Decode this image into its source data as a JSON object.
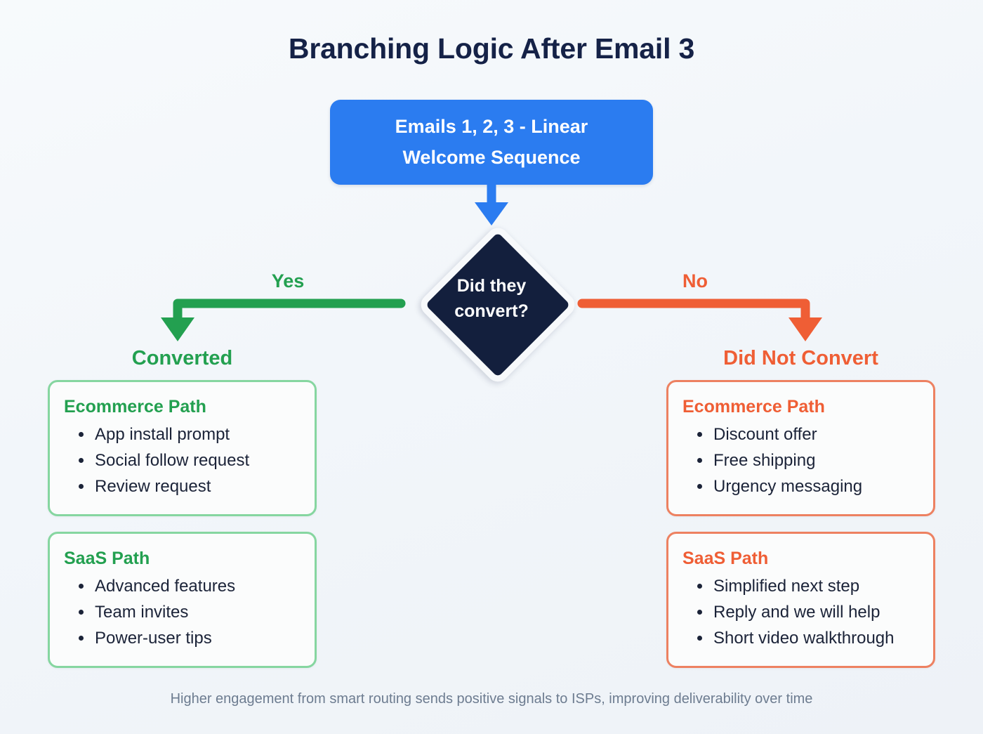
{
  "title": "Branching Logic After Email 3",
  "colors": {
    "background_top": "#f7fafc",
    "background_bottom": "#eef2f7",
    "title_text": "#152247",
    "root_box": "#2b7cf0",
    "decision_fill": "#131f3d",
    "yes_branch": "#23a050",
    "no_branch": "#ef5e35",
    "card_green_border": "#86d6a0",
    "card_orange_border": "#ed8161",
    "card_background": "#fbfcfc",
    "body_text": "#1b2338",
    "footer_text": "#6d7c90"
  },
  "root_node": {
    "line1": "Emails 1, 2, 3 - Linear",
    "line2": "Welcome Sequence"
  },
  "decision_node": {
    "line1": "Did they",
    "line2": "convert?"
  },
  "branches": {
    "yes": {
      "edge_label": "Yes",
      "heading": "Converted",
      "cards": [
        {
          "title": "Ecommerce Path",
          "items": [
            "App install prompt",
            "Social follow request",
            "Review request"
          ]
        },
        {
          "title": "SaaS Path",
          "items": [
            "Advanced features",
            "Team invites",
            "Power-user tips"
          ]
        }
      ]
    },
    "no": {
      "edge_label": "No",
      "heading": "Did Not Convert",
      "cards": [
        {
          "title": "Ecommerce Path",
          "items": [
            "Discount offer",
            "Free shipping",
            "Urgency messaging"
          ]
        },
        {
          "title": "SaaS Path",
          "items": [
            "Simplified next step",
            "Reply and we will help",
            "Short video walkthrough"
          ]
        }
      ]
    }
  },
  "footer": "Higher engagement from smart routing sends positive signals to ISPs, improving deliverability over time"
}
